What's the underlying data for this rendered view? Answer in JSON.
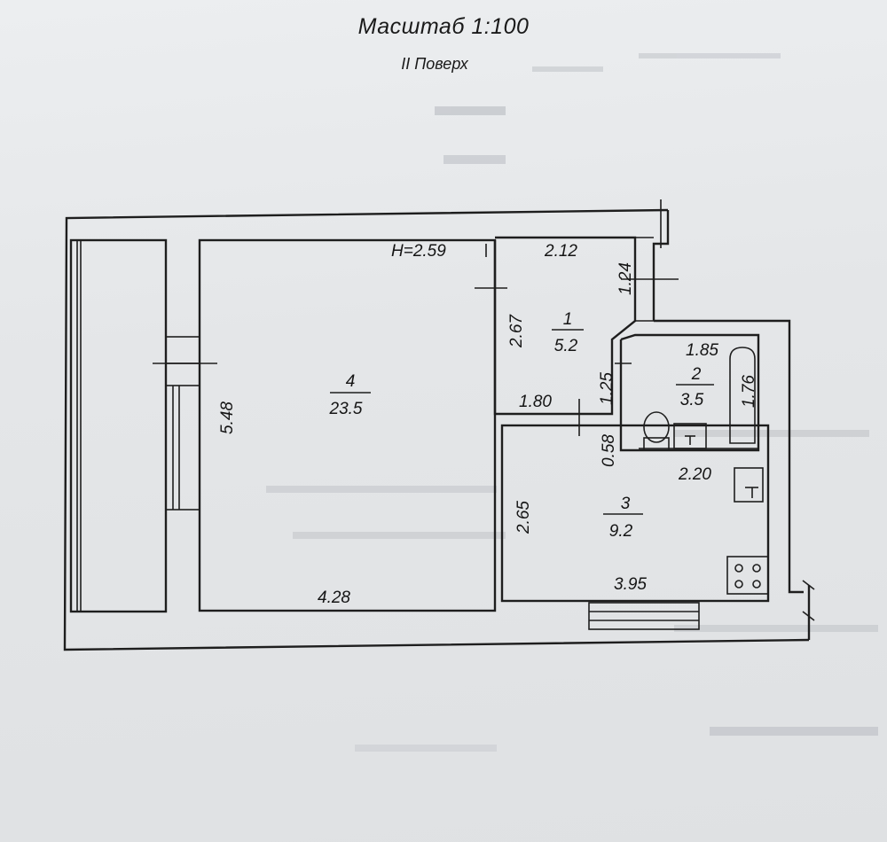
{
  "header": {
    "scale": "Масштаб 1:100",
    "floor": "II Поверх"
  },
  "ceiling_height": "H=2.59",
  "rooms": [
    {
      "number": "1",
      "area": "5.2"
    },
    {
      "number": "2",
      "area": "3.5"
    },
    {
      "number": "3",
      "area": "9.2"
    },
    {
      "number": "4",
      "area": "23.5"
    }
  ],
  "dimensions": {
    "room4_height": "5.48",
    "room4_width": "4.28",
    "room1_top": "2.12",
    "room1_side": "2.67",
    "room1_bottom": "1.80",
    "entry_upper": "1.24",
    "entry_lower": "1.25",
    "room2_width": "1.85",
    "bath_length": "1.76",
    "passage": "0.58",
    "room3_top": "2.20",
    "room3_side": "2.65",
    "room3_bottom": "3.95"
  }
}
